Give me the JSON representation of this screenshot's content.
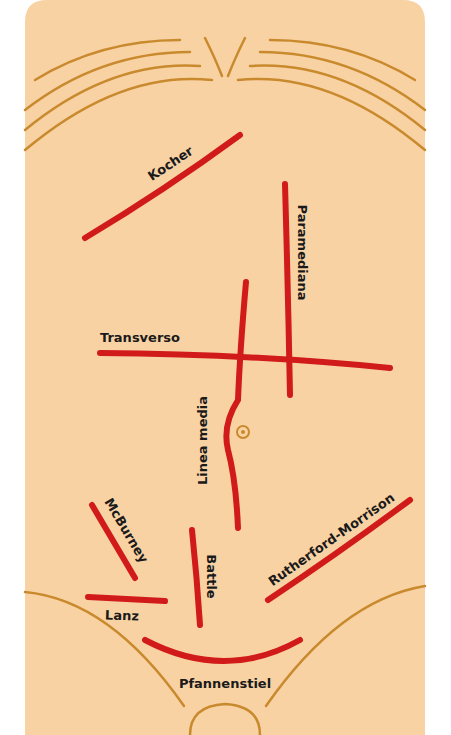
{
  "diagram": {
    "labels": [
      "Kocher",
      "Paramediana",
      "Transverso",
      "Linea media",
      "McBurney",
      "Battle",
      "Rutherford-Morrison",
      "Lanz",
      "Pfannenstiel"
    ]
  }
}
